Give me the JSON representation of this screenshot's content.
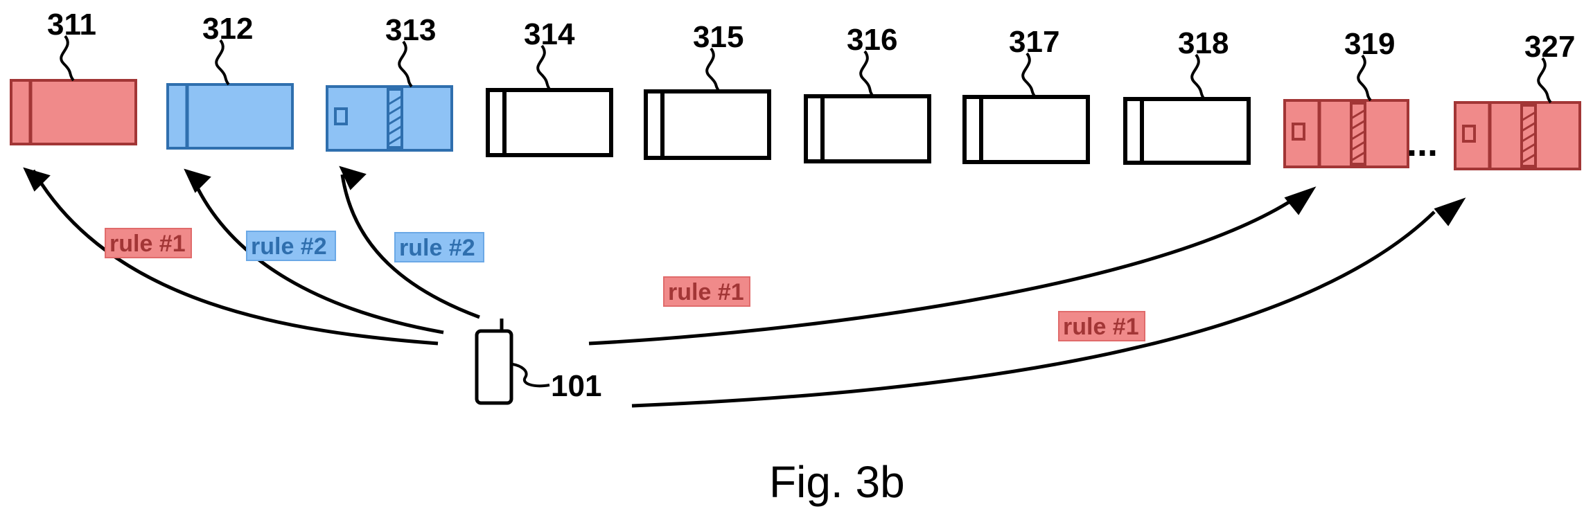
{
  "colors": {
    "rule1_fill": "#f08a8a",
    "rule1_stroke": "#a23636",
    "rule2_fill": "#8ec2f5",
    "rule2_stroke": "#2f6fae",
    "ink": "#000000"
  },
  "blocks": [
    {
      "id": "311",
      "rule": "rule1",
      "marks": [
        "bar"
      ]
    },
    {
      "id": "312",
      "rule": "rule2",
      "marks": [
        "bar"
      ]
    },
    {
      "id": "313",
      "rule": "rule2",
      "marks": [
        "square",
        "hatch"
      ]
    },
    {
      "id": "314",
      "rule": "none",
      "marks": [
        "double-bar"
      ]
    },
    {
      "id": "315",
      "rule": "none",
      "marks": [
        "double-bar"
      ]
    },
    {
      "id": "316",
      "rule": "none",
      "marks": [
        "double-bar"
      ]
    },
    {
      "id": "317",
      "rule": "none",
      "marks": [
        "double-bar"
      ]
    },
    {
      "id": "318",
      "rule": "none",
      "marks": [
        "double-bar"
      ]
    },
    {
      "id": "319",
      "rule": "rule1",
      "marks": [
        "square",
        "bar",
        "hatch"
      ]
    },
    {
      "id": "327",
      "rule": "rule1",
      "marks": [
        "square",
        "bar",
        "hatch"
      ]
    }
  ],
  "ellipsis": "...",
  "device_label": "101",
  "arrows": [
    {
      "target": "311",
      "label": "rule #1",
      "rule": "rule1"
    },
    {
      "target": "312",
      "label": "rule #2",
      "rule": "rule2"
    },
    {
      "target": "313",
      "label": "rule #2",
      "rule": "rule2"
    },
    {
      "target": "319",
      "label": "rule #1",
      "rule": "rule1"
    },
    {
      "target": "327",
      "label": "rule #1",
      "rule": "rule1"
    }
  ],
  "caption": "Fig. 3b"
}
